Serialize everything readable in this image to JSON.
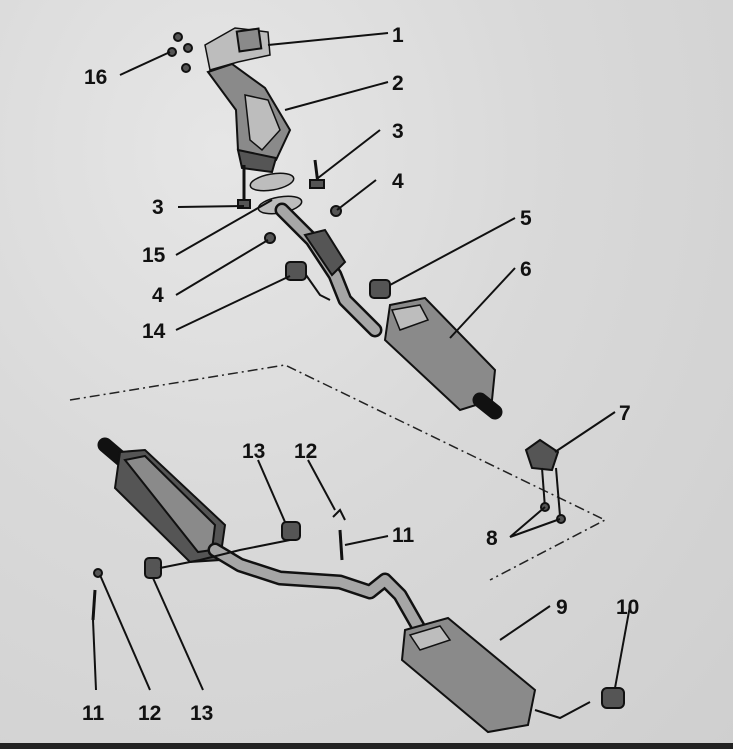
{
  "callouts": {
    "c1": "1",
    "c2": "2",
    "c3a": "3",
    "c3b": "3",
    "c4a": "4",
    "c4b": "4",
    "c5": "5",
    "c6": "6",
    "c7": "7",
    "c8": "8",
    "c9": "9",
    "c10": "10",
    "c11a": "11",
    "c11b": "11",
    "c12a": "12",
    "c12b": "12",
    "c13a": "13",
    "c13b": "13",
    "c14": "14",
    "c15": "15",
    "c16": "16"
  },
  "colors": {
    "ink": "#111111",
    "paper": "#dcdcdc"
  }
}
